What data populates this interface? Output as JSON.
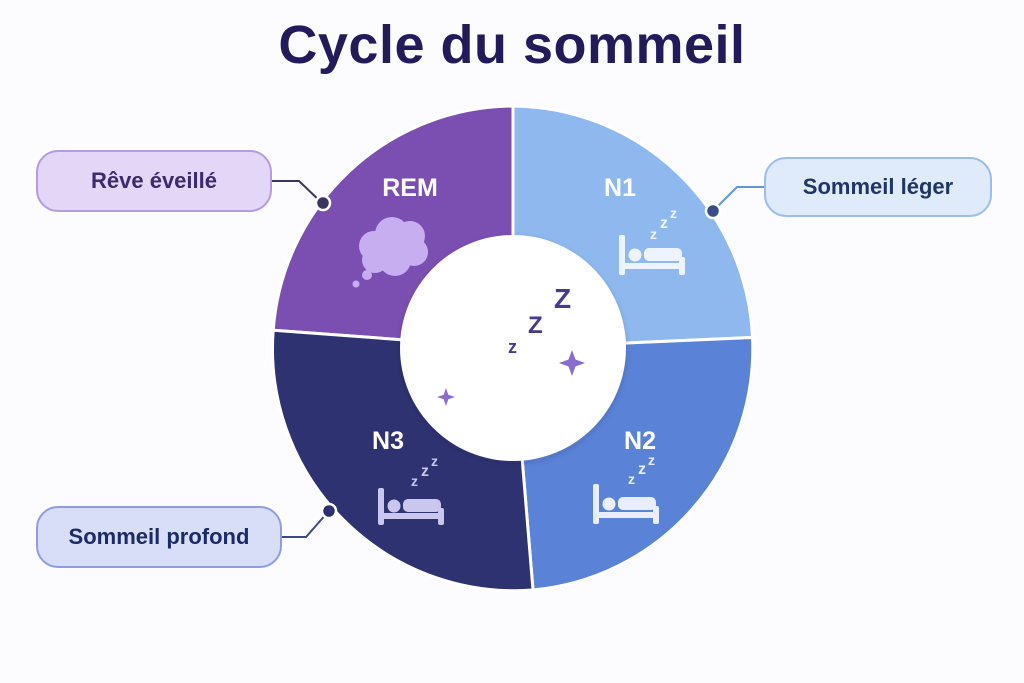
{
  "title": "Cycle du sommeil",
  "segments": [
    {
      "id": "rem",
      "label": "REM",
      "color": "#7b4fb2",
      "icon": "thought-cloud-icon"
    },
    {
      "id": "n1",
      "label": "N1",
      "color": "#8fb8ee",
      "icon": "sleeping-bed-icon"
    },
    {
      "id": "n2",
      "label": "N2",
      "color": "#5a82d6",
      "icon": "sleeping-bed-icon"
    },
    {
      "id": "n3",
      "label": "N3",
      "color": "#2e3270",
      "icon": "sleeping-bed-icon"
    }
  ],
  "callouts": {
    "rem": "Rêve éveillé",
    "light": "Sommeil léger",
    "deep": "Sommeil profond"
  },
  "center": {
    "icon": "moon-icon",
    "accent": "#4a3a8c"
  }
}
